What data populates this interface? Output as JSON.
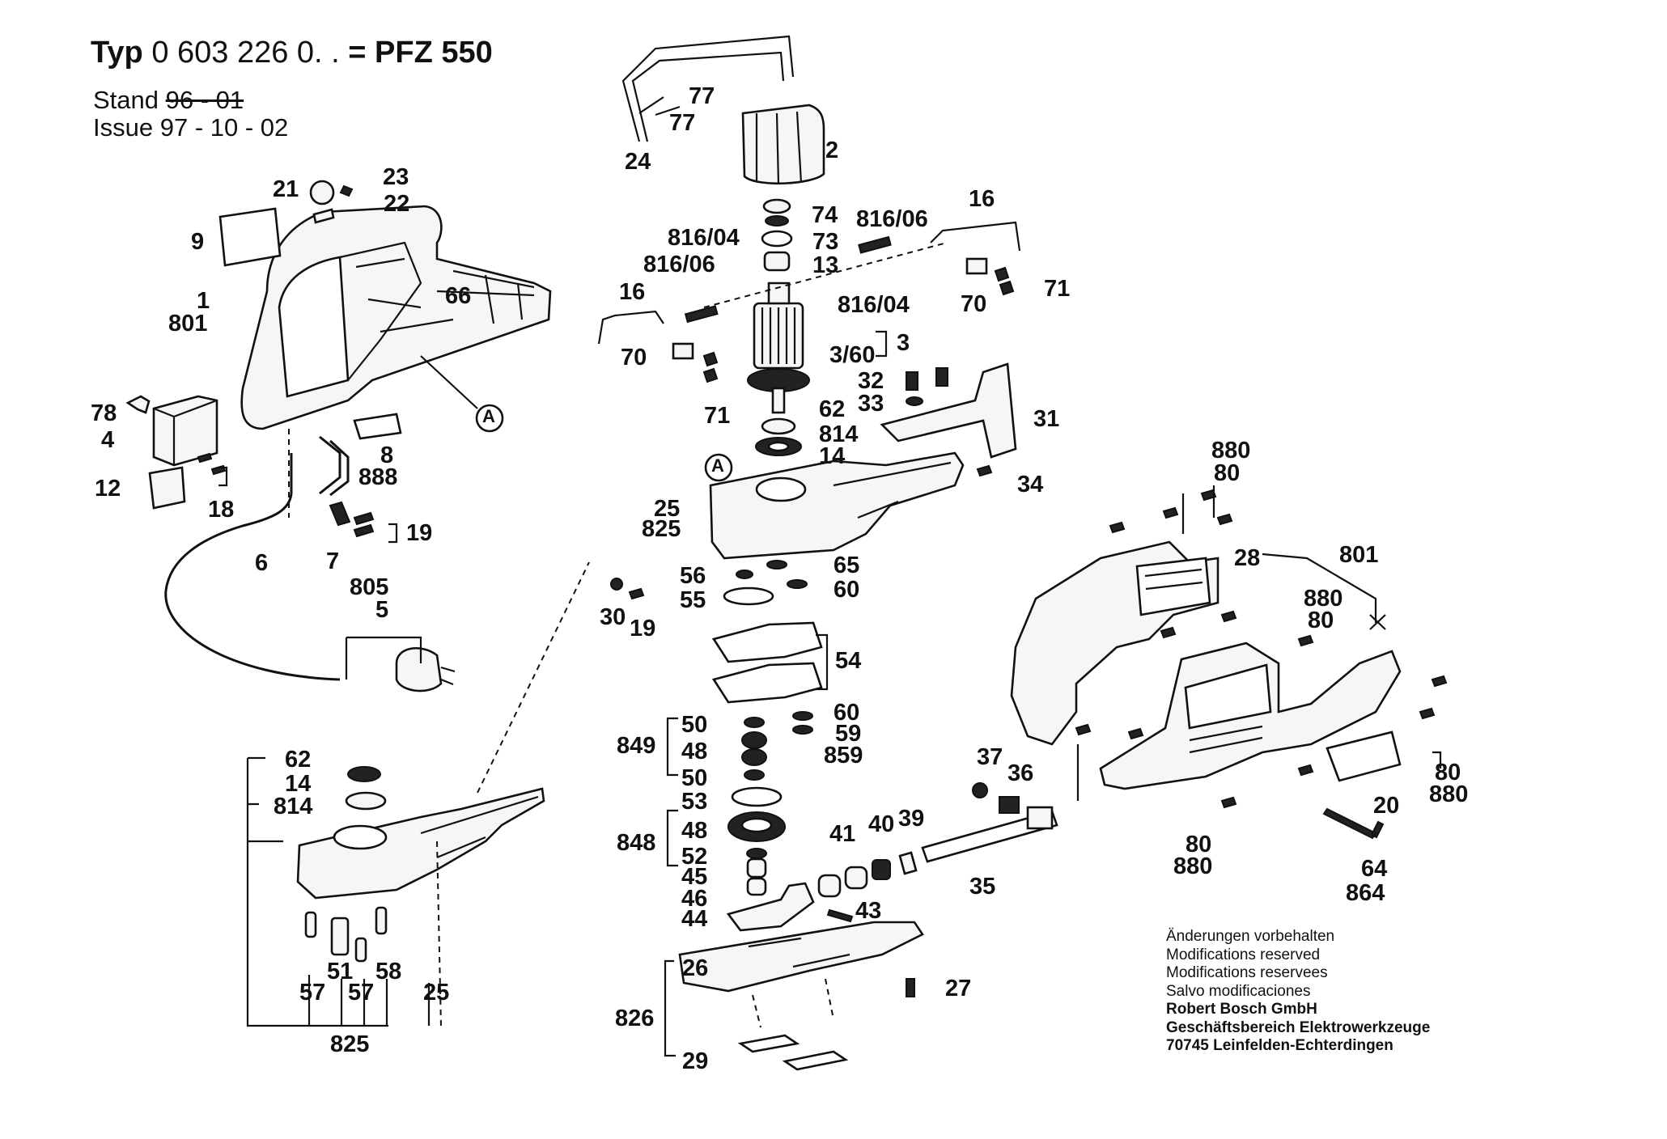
{
  "header": {
    "typ_label": "Typ",
    "typ_number": "0 603 226 0. .",
    "model": "= PFZ 550",
    "stand_label": "Stand",
    "stand_old": "96 - 01",
    "issue_label": "Issue",
    "issue_date": "97 - 10 - 02"
  },
  "notes": [
    "Änderungen vorbehalten",
    "Modifications reserved",
    "Modifications reservees",
    "Salvo modificaciones"
  ],
  "company": [
    "Robert Bosch GmbH",
    "Geschäftsbereich Elektrowerkzeuge",
    "70745 Leinfelden-Echterdingen"
  ],
  "labels": {
    "l1": "1",
    "l801a": "801",
    "l9": "9",
    "l21": "21",
    "l23": "23",
    "l22": "22",
    "l66": "66",
    "l78": "78",
    "l4": "4",
    "l12": "12",
    "l18": "18",
    "l8": "8",
    "l888": "888",
    "l6": "6",
    "l7": "7",
    "l19a": "19",
    "l805": "805",
    "l5": "5",
    "l24": "24",
    "l77a": "77",
    "l77b": "77",
    "l2": "2",
    "l74": "74",
    "l73": "73",
    "l13": "13",
    "l81604a": "816/04",
    "l81606a": "816/06",
    "l16a": "16",
    "l70a": "70",
    "l71a": "71",
    "l3": "3",
    "l360": "3/60",
    "l62a": "62",
    "l814a": "814",
    "l14a": "14",
    "l25a": "25",
    "l825a": "825",
    "l81606b": "816/06",
    "l16b": "16",
    "l81604b": "816/04",
    "l70b": "70",
    "l71b": "71",
    "l32": "32",
    "l33": "33",
    "l31": "31",
    "l34": "34",
    "l56": "56",
    "l55": "55",
    "l65": "65",
    "l60a": "60",
    "l30": "30",
    "l19b": "19",
    "l54": "54",
    "l60b": "60",
    "l59": "59",
    "l859": "859",
    "l849": "849",
    "l50a": "50",
    "l48a": "48",
    "l50b": "50",
    "l53": "53",
    "l848": "848",
    "l48b": "48",
    "l52": "52",
    "l45": "45",
    "l46": "46",
    "l44": "44",
    "l43": "43",
    "l41": "41",
    "l40": "40",
    "l39": "39",
    "l37": "37",
    "l36": "36",
    "l35": "35",
    "l26": "26",
    "l826": "826",
    "l27": "27",
    "l29": "29",
    "l62b": "62",
    "l14b": "14",
    "l814b": "814",
    "l51": "51",
    "l58": "58",
    "l57a": "57",
    "l57b": "57",
    "l25b": "25",
    "l825b": "825",
    "l880a": "880",
    "l80a": "80",
    "l28": "28",
    "l801b": "801",
    "l880b": "880",
    "l80b": "80",
    "l80c": "80",
    "l880c": "880",
    "l20": "20",
    "l80d": "80",
    "l880d": "880",
    "l64": "64",
    "l864": "864",
    "circleA1": "A",
    "circleA2": "A"
  }
}
